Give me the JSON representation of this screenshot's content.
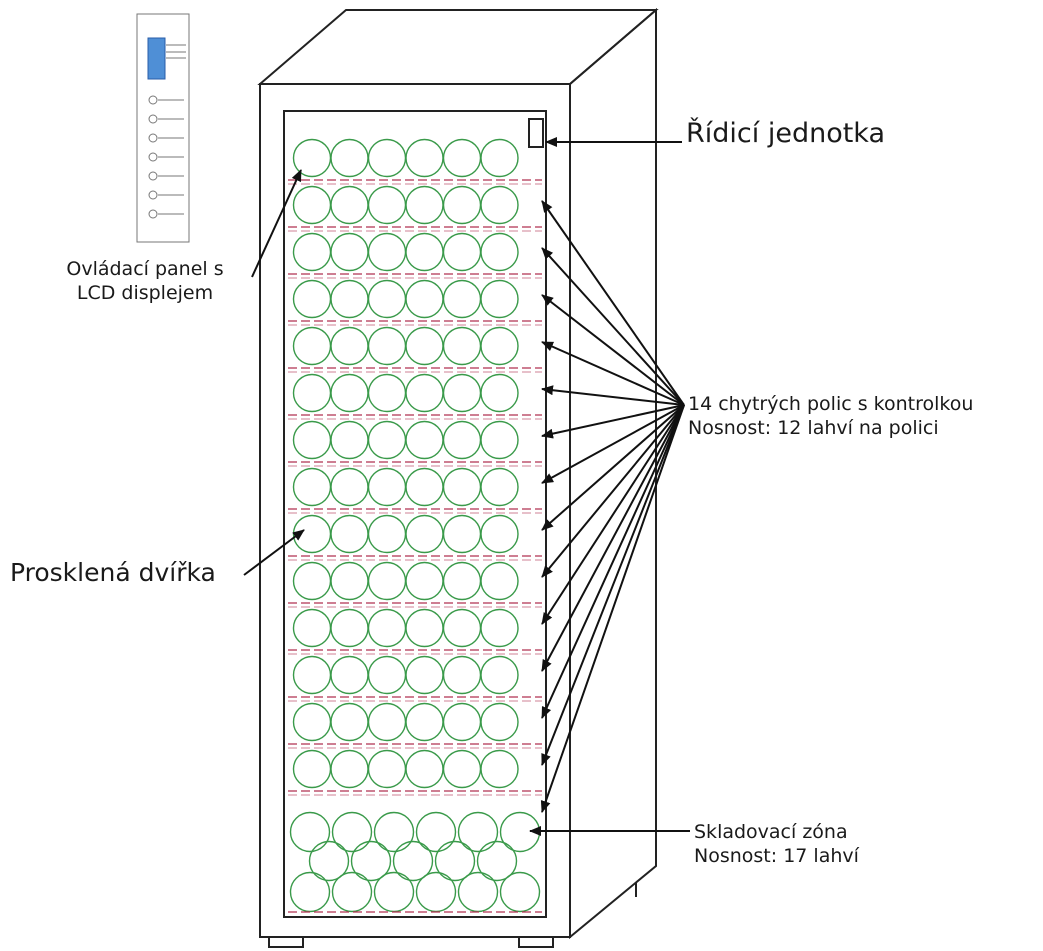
{
  "labels": {
    "control_unit": "Řídicí jednotka",
    "control_panel_line1": "Ovládací panel s",
    "control_panel_line2": "LCD displejem",
    "shelves_line1": "14 chytrých polic s kontrolkou",
    "shelves_line2": "Nosnost: 12 lahví na polici",
    "glass_door": "Prosklená dvířka",
    "storage_line1": "Skladovací zóna",
    "storage_line2": "Nosnost: 17 lahví"
  },
  "diagram": {
    "shelf_count": 14,
    "bottles_per_shelf_visible": 6,
    "storage_bottle_rows": [
      6,
      5,
      6
    ],
    "colors": {
      "outline": "#222222",
      "bottle": "#3a9a4a",
      "shelf_dash": "#b03050",
      "panel_display": "#4f8fd6",
      "arrow": "#111111"
    }
  }
}
